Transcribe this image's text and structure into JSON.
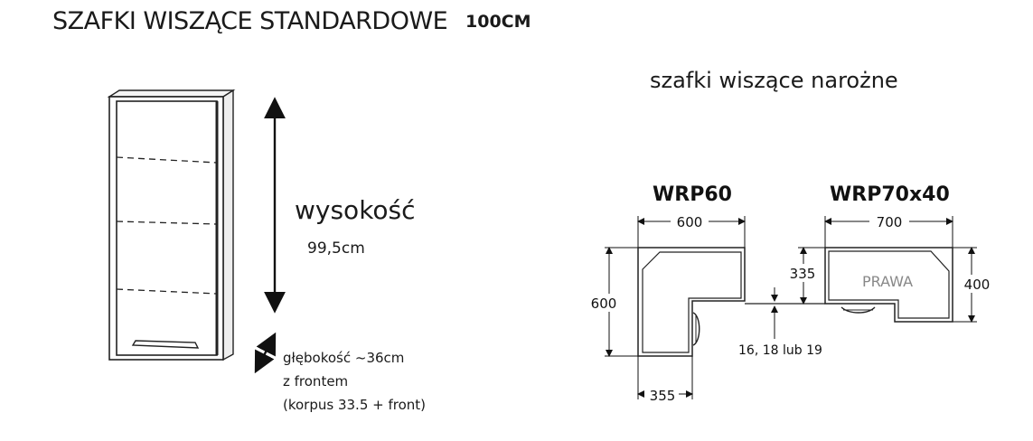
{
  "title": {
    "main": "SZAFKI WISZĄCE STANDARDOWE",
    "size": "100CM"
  },
  "corner_heading": "szafki wiszące narożne",
  "cabinet": {
    "height_label": "wysokość",
    "height_value": "99,5cm",
    "depth_lines": [
      "głębokość ~36cm",
      "z frontem",
      "(korpus 33.5 + front)"
    ]
  },
  "models": [
    {
      "name": "WRP60",
      "width": "600",
      "depth": "600",
      "side": "355"
    },
    {
      "name": "WRP70x40",
      "width": "700",
      "depth": "400",
      "inner_depth": "335",
      "orientation": "PRAWA"
    }
  ],
  "thickness_note": "16, 18 lub 19"
}
